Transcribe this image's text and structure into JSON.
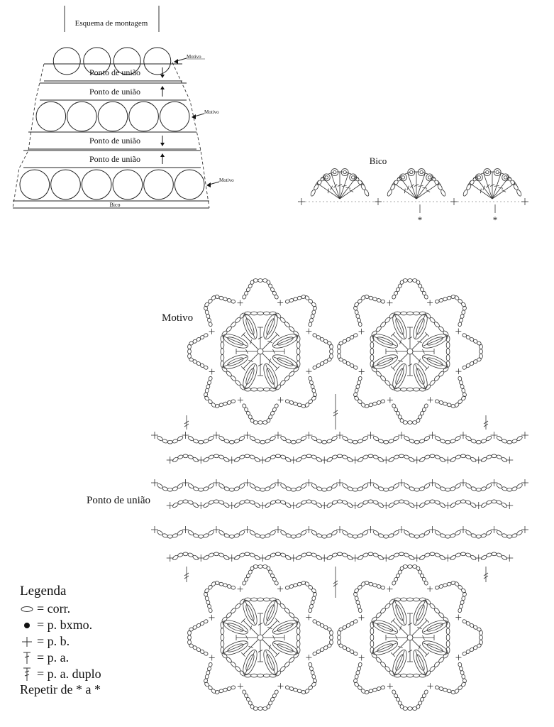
{
  "assembly": {
    "title": "Esquema de montagem",
    "motif_label": "Motivo",
    "joining_label": "Ponto de união",
    "edge_label": "Bico",
    "rows": [
      {
        "kind": "motifs",
        "count": 4
      },
      {
        "kind": "join",
        "direction": "down"
      },
      {
        "kind": "join",
        "direction": "up"
      },
      {
        "kind": "motifs",
        "count": 5
      },
      {
        "kind": "join",
        "direction": "down"
      },
      {
        "kind": "join",
        "direction": "up"
      },
      {
        "kind": "motifs",
        "count": 6
      },
      {
        "kind": "edge"
      }
    ]
  },
  "edging": {
    "title": "Bico",
    "repeat_marks": [
      "*",
      "*"
    ],
    "scallops": 3
  },
  "motif_chart": {
    "motif_label": "Motivo",
    "joining_label": "Ponto de união",
    "motif_count_top": 2,
    "motif_count_bottom": 2,
    "mesh_rows": 6
  },
  "legend": {
    "title": "Legenda",
    "items": [
      {
        "symbol": "chain-icon",
        "text": "= corr."
      },
      {
        "symbol": "slip-stitch-icon",
        "text": "= p. bxmo."
      },
      {
        "symbol": "single-crochet-icon",
        "text": "= p. b."
      },
      {
        "symbol": "double-crochet-icon",
        "text": "= p. a."
      },
      {
        "symbol": "treble-crochet-icon",
        "text": "= p. a. duplo"
      }
    ],
    "footer": "Repetir de * a *"
  }
}
